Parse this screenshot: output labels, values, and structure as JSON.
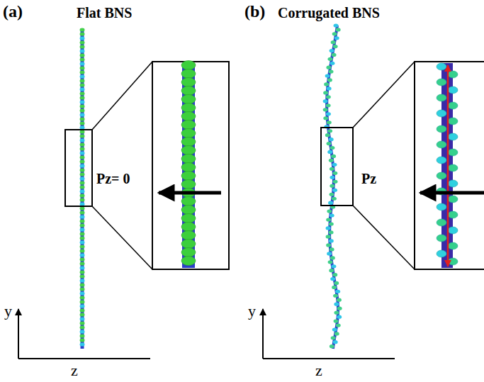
{
  "diagram": {
    "labels": [
      "(a)",
      "Flat BNS",
      "(b)",
      "Corrugated BNS",
      "Pz= 0",
      "Pz",
      "y",
      "z",
      "y",
      "z"
    ]
  }
}
